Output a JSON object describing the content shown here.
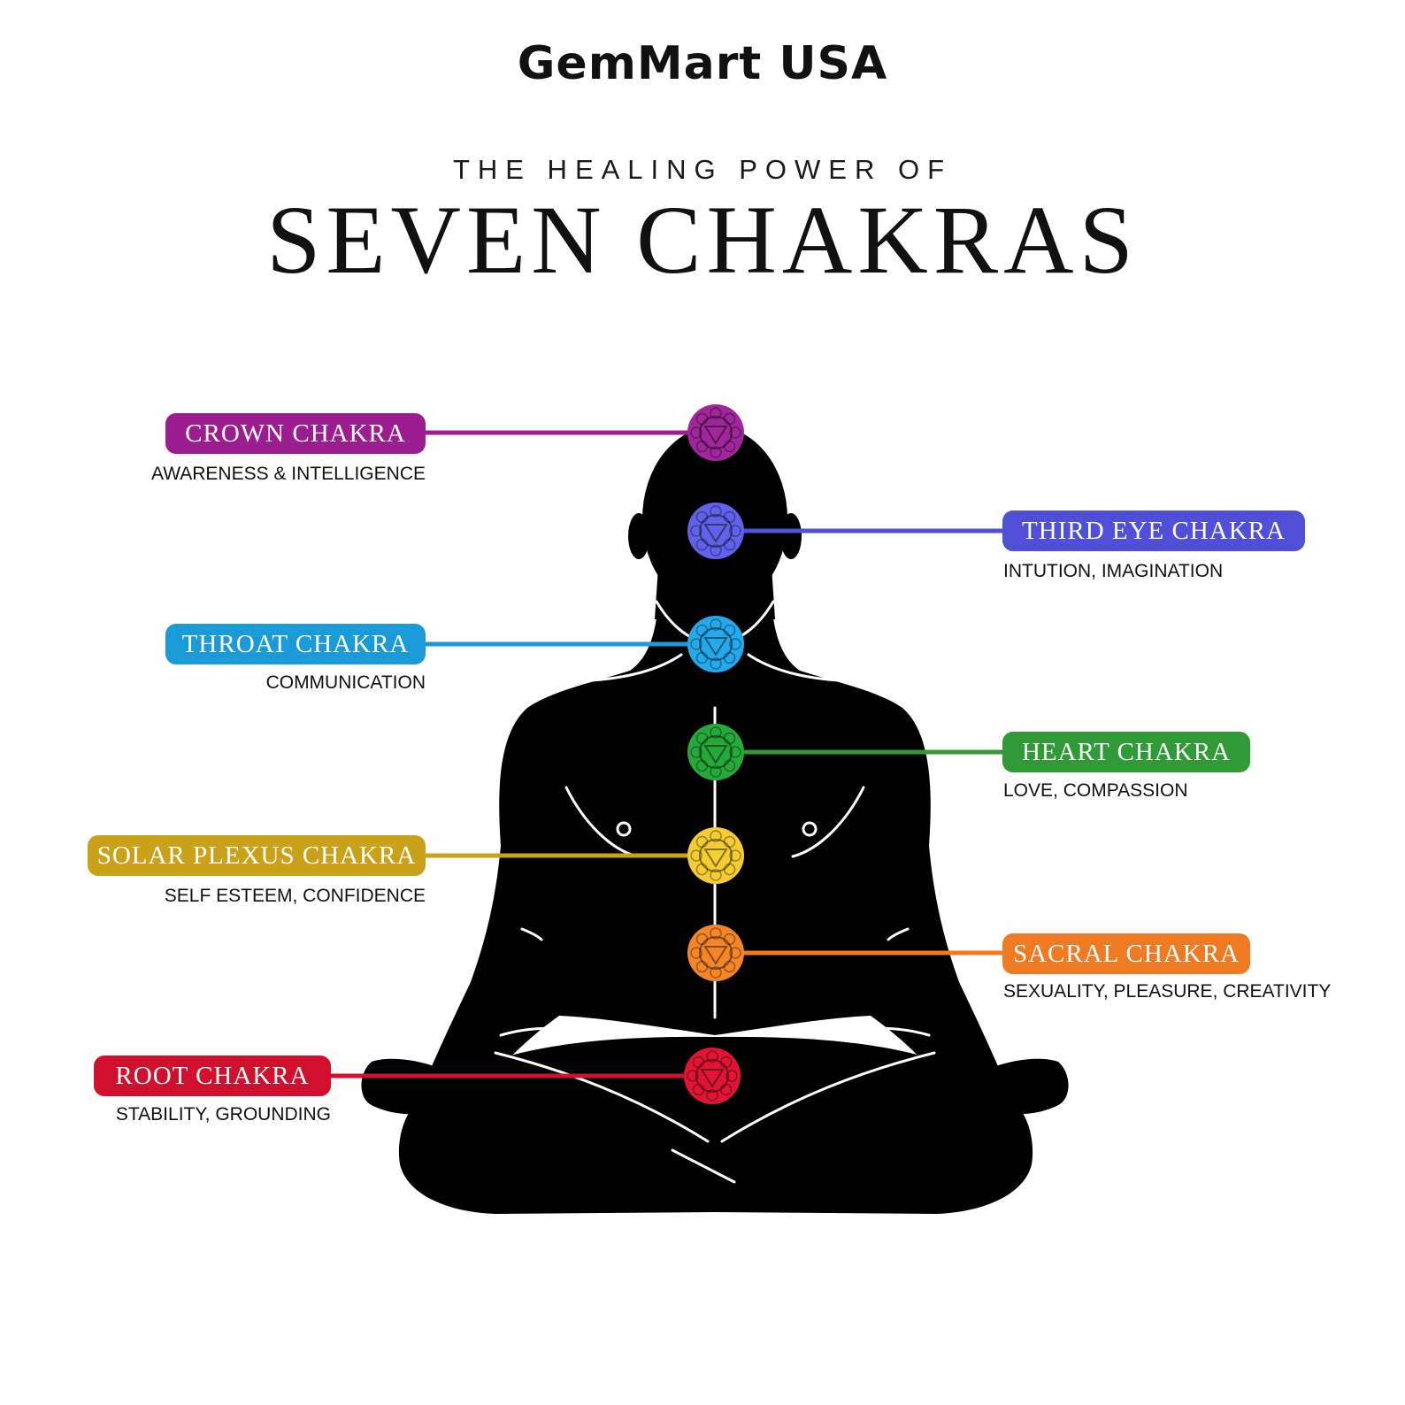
{
  "brand": "GemMart USA",
  "header": {
    "subtitle": "THE HEALING POWER OF",
    "title": "SEVEN CHAKRAS"
  },
  "chakras": [
    {
      "id": "crown",
      "label": "CROWN CHAKRA",
      "description": "AWARENESS & INTELLIGENCE",
      "color": "#9b1d8f",
      "side": "left"
    },
    {
      "id": "third-eye",
      "label": "THIRD EYE CHAKRA",
      "description": "INTUTION, IMAGINATION",
      "color": "#4f4fd8",
      "side": "right"
    },
    {
      "id": "throat",
      "label": "THROAT CHAKRA",
      "description": "COMMUNICATION",
      "color": "#1a9ad6",
      "side": "left"
    },
    {
      "id": "heart",
      "label": "HEART CHAKRA",
      "description": "LOVE, COMPASSION",
      "color": "#2f9a36",
      "side": "right"
    },
    {
      "id": "solar-plexus",
      "label": "SOLAR PLEXUS CHAKRA",
      "description": "SELF ESTEEM, CONFIDENCE",
      "color": "#c9a21a",
      "side": "left"
    },
    {
      "id": "sacral",
      "label": "SACRAL CHAKRA",
      "description": "SEXUALITY, PLEASURE, CREATIVITY",
      "color": "#f07a22",
      "side": "right"
    },
    {
      "id": "root",
      "label": "ROOT CHAKRA",
      "description": "STABILITY, GROUNDING",
      "color": "#d0102c",
      "side": "left"
    }
  ],
  "icon_colors": {
    "crown": "#a0279a",
    "third-eye": "#6161ea",
    "throat": "#25a9ea",
    "heart": "#27a83a",
    "solar-plexus": "#f3cd33",
    "sacral": "#f4862a",
    "root": "#e01533"
  },
  "silhouette_color": "#000000"
}
